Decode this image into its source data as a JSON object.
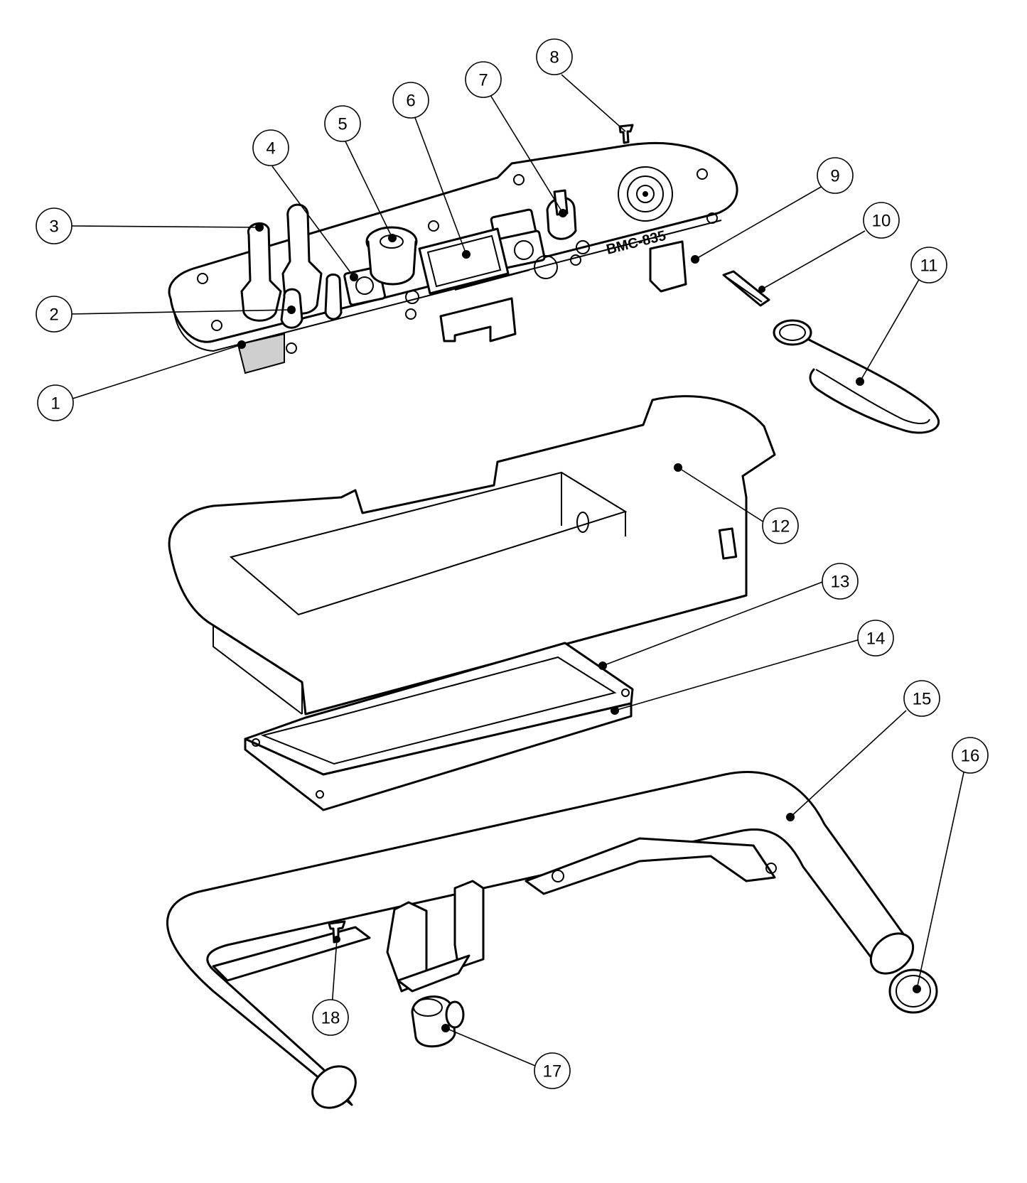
{
  "diagram": {
    "board_model_text": "BMC-835",
    "callouts": [
      {
        "id": "1",
        "label": "1"
      },
      {
        "id": "2",
        "label": "2"
      },
      {
        "id": "3",
        "label": "3"
      },
      {
        "id": "4",
        "label": "4"
      },
      {
        "id": "5",
        "label": "5"
      },
      {
        "id": "6",
        "label": "6"
      },
      {
        "id": "7",
        "label": "7"
      },
      {
        "id": "8",
        "label": "8"
      },
      {
        "id": "9",
        "label": "9"
      },
      {
        "id": "10",
        "label": "10"
      },
      {
        "id": "11",
        "label": "11"
      },
      {
        "id": "12",
        "label": "12"
      },
      {
        "id": "13",
        "label": "13"
      },
      {
        "id": "14",
        "label": "14"
      },
      {
        "id": "15",
        "label": "15"
      },
      {
        "id": "16",
        "label": "16"
      },
      {
        "id": "17",
        "label": "17"
      },
      {
        "id": "18",
        "label": "18"
      }
    ]
  }
}
